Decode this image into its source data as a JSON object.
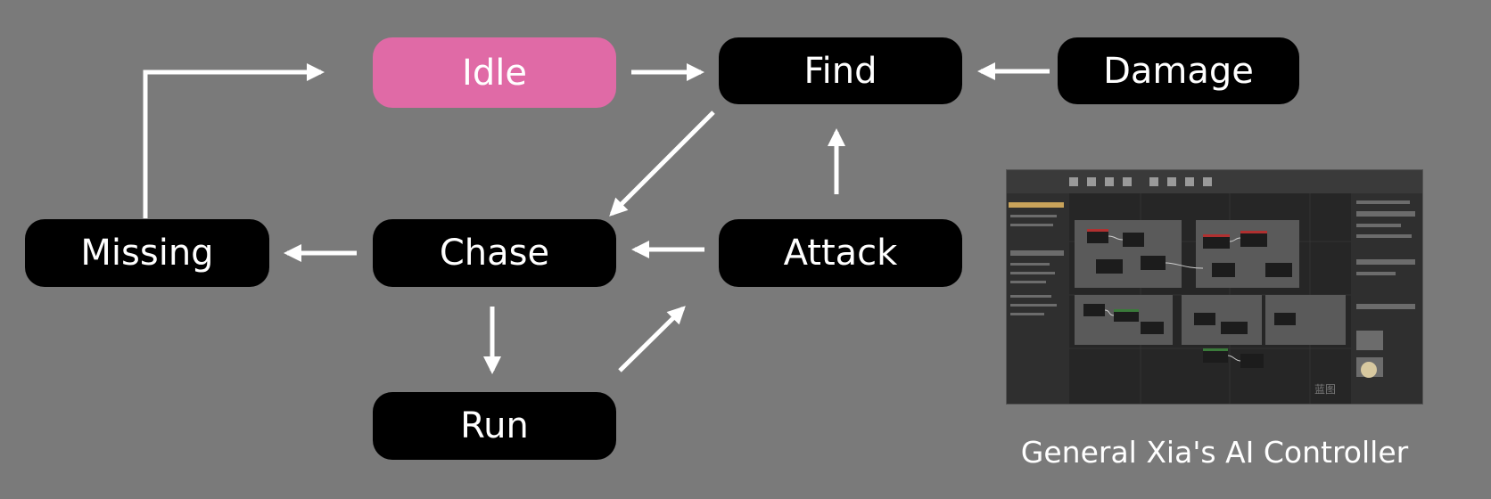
{
  "nodes": {
    "idle": {
      "label": "Idle"
    },
    "find": {
      "label": "Find"
    },
    "damage": {
      "label": "Damage"
    },
    "missing": {
      "label": "Missing"
    },
    "chase": {
      "label": "Chase"
    },
    "attack": {
      "label": "Attack"
    },
    "run": {
      "label": "Run"
    }
  },
  "colors": {
    "background": "#7a7a7a",
    "node": "#000000",
    "idle": "#e06aa6",
    "arrow": "#ffffff"
  },
  "caption": "General Xia's AI Controller",
  "screenshot_title": "蓝图",
  "screenshot_icon": "ui-screenshot-thumbnail"
}
